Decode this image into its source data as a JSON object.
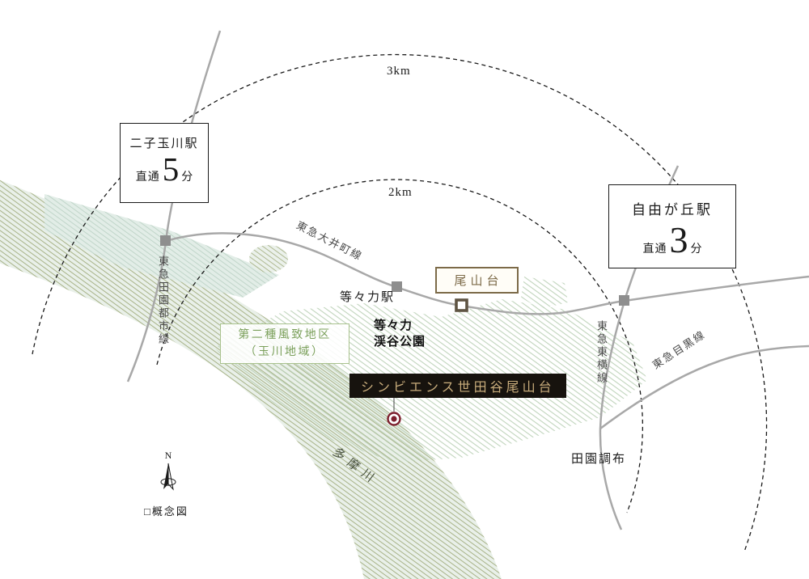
{
  "map": {
    "type": "access-map-conceptual-diagram",
    "note": "□概念図",
    "compass_north": "N"
  },
  "rings": {
    "outer": {
      "label": "3km"
    },
    "inner": {
      "label": "2km"
    }
  },
  "rail_lines": {
    "oimachi": {
      "label": "東急大井町線"
    },
    "dentoshi": {
      "label": "東急田園都市線"
    },
    "toyoko": {
      "label": "東急東横線"
    },
    "meguro": {
      "label": "東急目黒線"
    }
  },
  "stations": {
    "futako": {
      "name": "二子玉川駅",
      "access_prefix": "直通",
      "minutes": "5",
      "minutes_unit": "分"
    },
    "jiyugaoka": {
      "name": "自由が丘駅",
      "access_prefix": "直通",
      "minutes": "3",
      "minutes_unit": "分"
    },
    "todoroki": {
      "name": "等々力駅"
    },
    "oyamadai": {
      "name": "尾山台"
    },
    "denenchofu": {
      "name": "田園調布"
    }
  },
  "places": {
    "park_line1": "等々力",
    "park_line2": "渓谷公園",
    "district_line1": "第二種風致地区",
    "district_line2": "（玉川地域）",
    "river": "多摩川",
    "property": "シンビエンス世田谷尾山台"
  },
  "colors": {
    "background": "#ffffff",
    "rail_gray": "#a8a8a8",
    "station_gray": "#8e8e8e",
    "ring_dash": "#1a1a1a",
    "river_hatch": "#a7b287",
    "river_fill": "#e9f0e9",
    "district_hatch": "#b9cfb4",
    "oyamadai_brown": "#7c6a48",
    "district_green": "#7ba05b",
    "property_banner_bg": "#17130e",
    "property_banner_text": "#c9ad7c",
    "marker_red": "#7d1f2e"
  }
}
